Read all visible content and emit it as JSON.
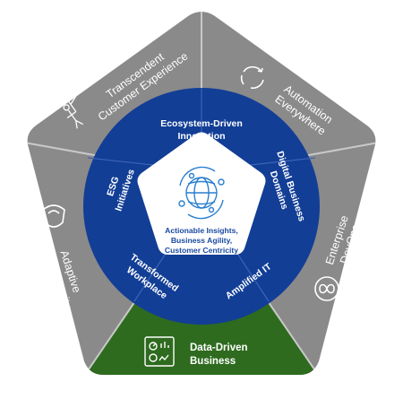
{
  "outer_segments": [
    {
      "line1": "Transcendent",
      "line2": "Customer Experience",
      "icon": "flag-person-icon"
    },
    {
      "line1": "Automation",
      "line2": "Everywhere",
      "icon": "cycle-arrows-icon"
    },
    {
      "line1": "Enterprise",
      "line2": "DevOps",
      "icon": "infinity-loop-icon"
    },
    {
      "line1": "Data-Driven",
      "line2": "Business",
      "icon": "dashboard-icon"
    },
    {
      "line1": "Adaptive",
      "line2": "Cybersecurity",
      "icon": "shield-icon"
    }
  ],
  "inner_segments": [
    {
      "line1": "Ecosystem-Driven",
      "line2": "Innovation"
    },
    {
      "line1": "Digital Business",
      "line2": "Domains"
    },
    {
      "line1": "Amplified IT",
      "line2": ""
    },
    {
      "line1": "Transformed",
      "line2": "Workplace"
    },
    {
      "line1": "ESG",
      "line2": "Initiatives"
    }
  ],
  "center": {
    "line1": "Actionable Insights,",
    "line2": "Business Agility,",
    "line3": "Customer Centricity",
    "icon": "globe-network-icon"
  },
  "colors": {
    "outer_gray": "#8a8a8a",
    "highlight_green": "#2e6b1f",
    "inner_blue": "#123e96",
    "center_white": "#ffffff",
    "center_text": "#1a4aa0",
    "divider": "#c9c9c9"
  }
}
